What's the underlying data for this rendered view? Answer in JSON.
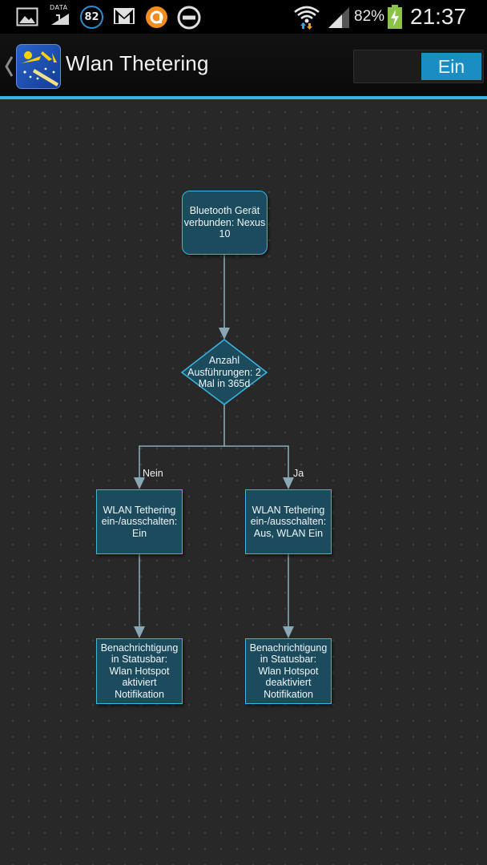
{
  "status_bar": {
    "notification_badge": "82",
    "data_label": "DATA",
    "battery_percent": "82%",
    "time": "21:37",
    "icons": [
      "gallery-icon",
      "data-transfer-icon",
      "badge-82-icon",
      "gmail-icon",
      "avast-icon",
      "blocked-icon",
      "wifi-icon",
      "signal-icon",
      "battery-charging-icon"
    ]
  },
  "action_bar": {
    "title": "Wlan Thetering",
    "toggle_label": "Ein",
    "toggle_state": "on"
  },
  "flow": {
    "trigger": "Bluetooth Gerät\nverbunden: Nexus\n10",
    "condition": "Anzahl\nAusführungen: 2\nMal in 365d",
    "branch_no_label": "Nein",
    "branch_yes_label": "Ja",
    "action_no": "WLAN Tethering\nein-/ausschalten:\nEin",
    "action_yes": "WLAN Tethering\nein-/ausschalten:\nAus, WLAN Ein",
    "notify_no": "Benachrichtigung\nin Statusbar:\nWlan Hotspot\naktiviert\nNotifikation",
    "notify_yes": "Benachrichtigung\nin Statusbar:\nWlan Hotspot\ndeaktiviert\nNotifikation"
  },
  "colors": {
    "accent": "#33b5e5",
    "node_fill": "#1d4b5e",
    "node_border": "#39b7e0",
    "canvas": "#282828",
    "connector": "#8aa7b6"
  }
}
